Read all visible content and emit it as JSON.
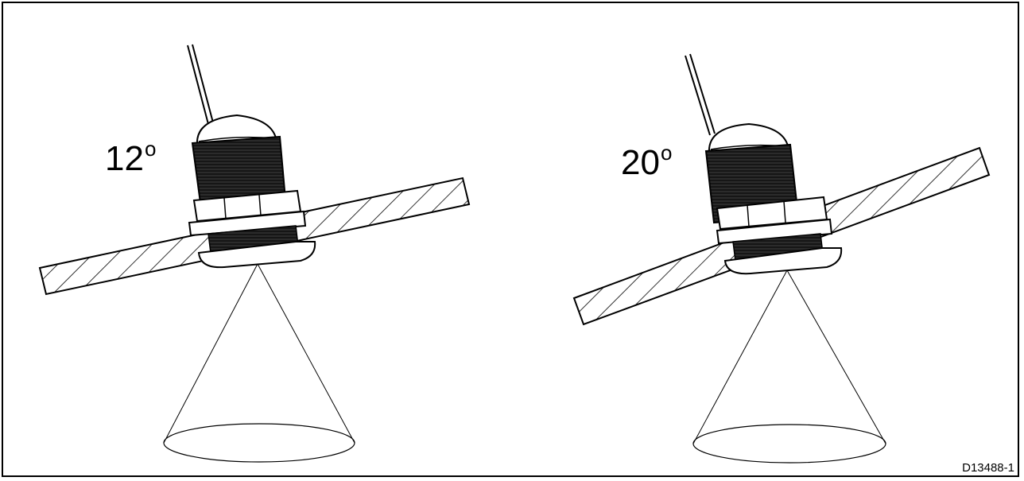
{
  "diagram": {
    "reference": "D13488-1",
    "colors": {
      "stroke": "#000000",
      "body": "#1a1a1a",
      "background": "#ffffff"
    },
    "views": [
      {
        "angle_value": "12",
        "angle_symbol": "o",
        "tilt_degrees": 12
      },
      {
        "angle_value": "20",
        "angle_symbol": "o",
        "tilt_degrees": 20
      }
    ]
  }
}
